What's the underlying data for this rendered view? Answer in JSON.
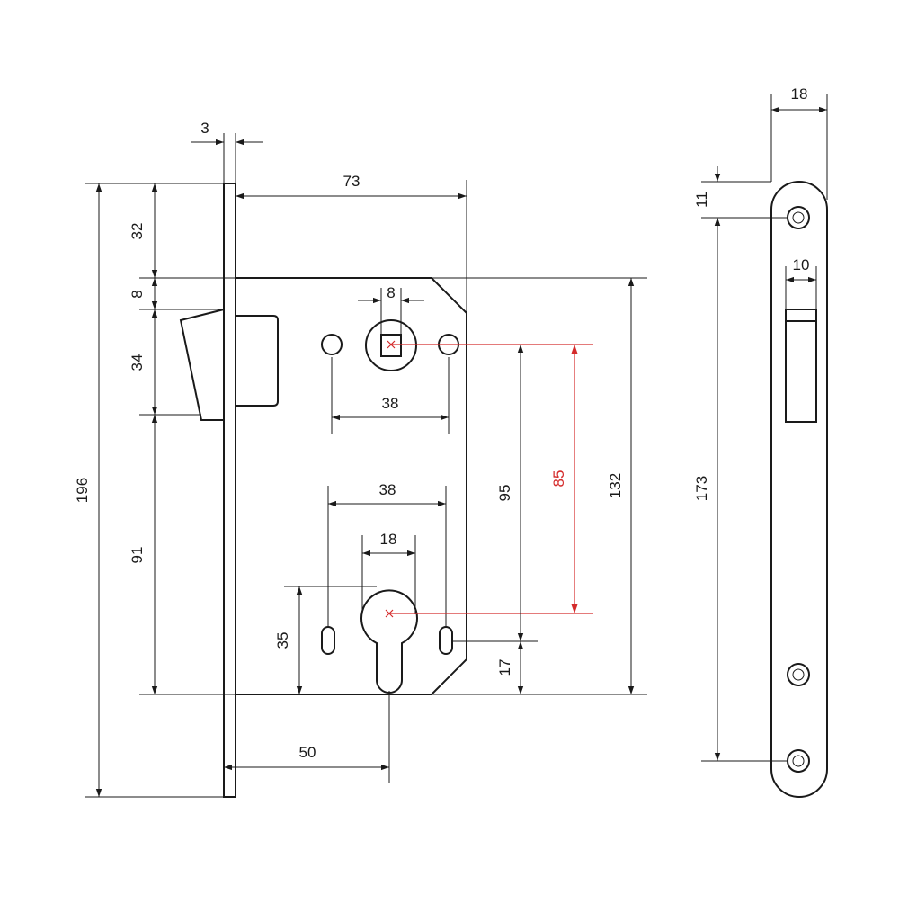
{
  "colors": {
    "line": "#1a1a1a",
    "accent": "#d42a2a",
    "background": "#ffffff"
  },
  "dimensions": {
    "faceplate_thickness": "3",
    "backset_width": "73",
    "top_to_case": "32",
    "case_to_latch": "8",
    "latch_height": "34",
    "latch_to_bottom": "91",
    "overall_height": "196",
    "spindle_square": "8",
    "upper_screw_spacing": "38",
    "lower_screw_spacing": "38",
    "cylinder_width": "18",
    "center_distance_95": "95",
    "center_distance_85": "85",
    "case_height": "132",
    "cylinder_height": "35",
    "slot_offset": "17",
    "backset": "50",
    "strike_width": "18",
    "strike_top_hole": "11",
    "strike_bolt_width": "10",
    "strike_hole_spacing": "173"
  }
}
